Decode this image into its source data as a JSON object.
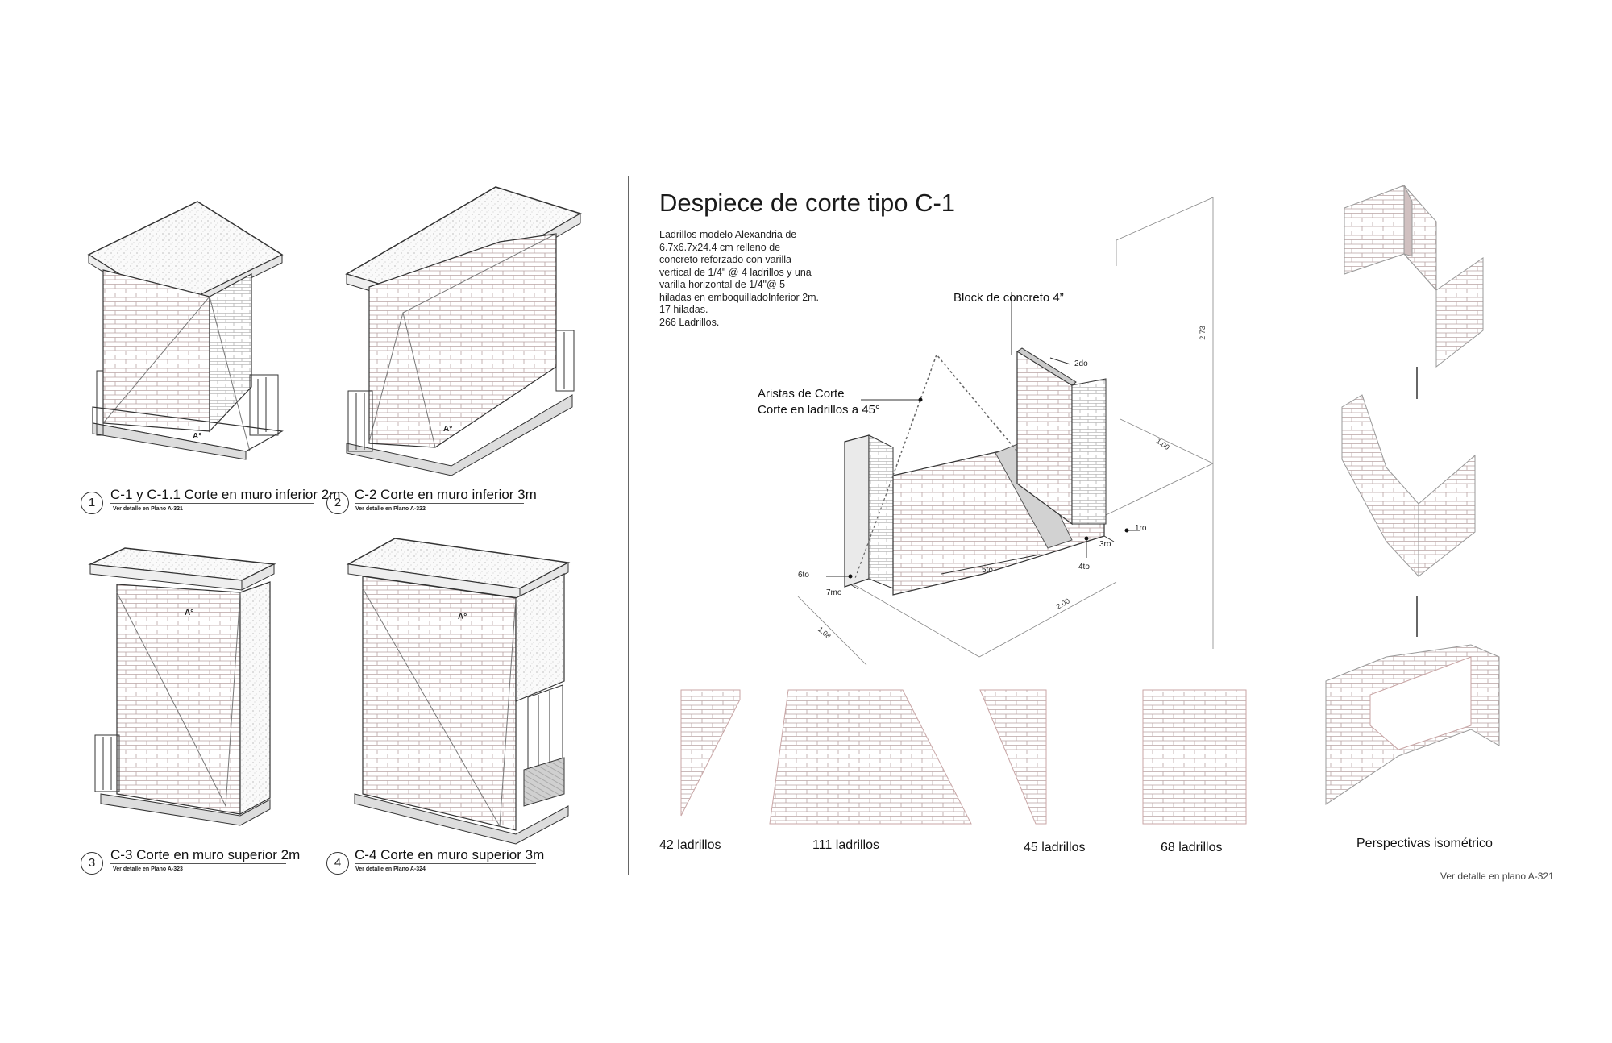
{
  "left_panel": {
    "figures": [
      {
        "number": "1",
        "title": "C-1 y C-1.1 Corte en muro inferior 2m",
        "subtitle": "Ver detalle en Plano A-321",
        "marker": "A°"
      },
      {
        "number": "2",
        "title": "C-2 Corte en muro inferior 3m",
        "subtitle": "Ver detalle en Plano A-322",
        "marker": "A°"
      },
      {
        "number": "3",
        "title": "C-3 Corte en muro superior 2m",
        "subtitle": "Ver detalle en Plano A-323",
        "marker": "A°"
      },
      {
        "number": "4",
        "title": "C-4 Corte en muro superior 3m",
        "subtitle": "Ver detalle en Plano A-324",
        "marker": "A°"
      }
    ]
  },
  "right_panel": {
    "title": "Despiece de corte tipo C-1",
    "description": [
      "Ladrillos modelo Alexandria de",
      "6.7x6.7x24.4 cm relleno de",
      "concreto reforzado con varilla",
      "vertical de 1/4\" @ 4 ladrillos y una",
      "varilla horizontal de 1/4\"@ 5",
      "hiladas en emboquilladoInferior 2m.",
      "17 hiladas.",
      "266 Ladrillos."
    ],
    "callouts": {
      "block": "Block de concreto 4”",
      "aristas_1": "Aristas de Corte",
      "aristas_2": "Corte en ladrillos a 45°"
    },
    "order_labels": {
      "first": "1ro",
      "second": "2do",
      "third": "3ro",
      "fourth": "4to",
      "fifth": "5to",
      "sixth": "6to",
      "seventh": "7mo"
    },
    "dimensions": {
      "height": "2.73",
      "depth": "1.00",
      "length": "2.00",
      "width": "1.08"
    },
    "pieces": [
      {
        "name": "piece-1",
        "count_label": "42 ladrillos"
      },
      {
        "name": "piece-2",
        "count_label": "111 ladrillos"
      },
      {
        "name": "piece-3",
        "count_label": "45 ladrillos"
      },
      {
        "name": "piece-4",
        "count_label": "68 ladrillos"
      }
    ],
    "isometric_caption": "Perspectivas isométrico",
    "footer_note": "Ver detalle en plano A-321"
  },
  "colors": {
    "brick_line": "#c9a6a6",
    "ink": "#333333",
    "shade": "#bdbdbd"
  }
}
